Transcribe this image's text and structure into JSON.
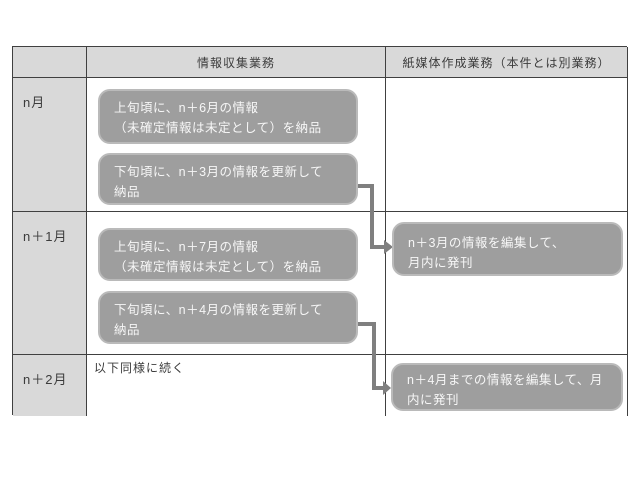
{
  "colors": {
    "page-bg": "#ffffff",
    "cell-shade": "#d9d9d9",
    "table-line": "#404040",
    "box-fill": "#9e9e9e",
    "box-border": "#bababa",
    "box-text": "#f7f7f7",
    "arrow": "#7f7f7f",
    "text-dark": "#3c3c3c"
  },
  "table": {
    "header": {
      "collection": "情報収集業務",
      "print": "紙媒体作成業務（本件とは別業務）"
    },
    "row_labels": [
      "n月",
      "n＋1月",
      "n＋2月"
    ],
    "continuation_note": "以下同様に続く",
    "collection_boxes": [
      {
        "line1": "上旬頃に、n＋6月の情報",
        "line2": "（未確定情報は未定として）を納品"
      },
      {
        "line1": "下旬頃に、n＋3月の情報を更新して",
        "line2": "納品"
      },
      {
        "line1": "上旬頃に、n＋7月の情報",
        "line2": "（未確定情報は未定として）を納品"
      },
      {
        "line1": "下旬頃に、n＋4月の情報を更新して",
        "line2": "納品"
      }
    ],
    "print_boxes": [
      {
        "line1": "n＋3月の情報を編集して、",
        "line2": "月内に発刊"
      },
      {
        "line1": "n＋4月までの情報を編集して、月",
        "line2": "内に発刊"
      }
    ]
  }
}
